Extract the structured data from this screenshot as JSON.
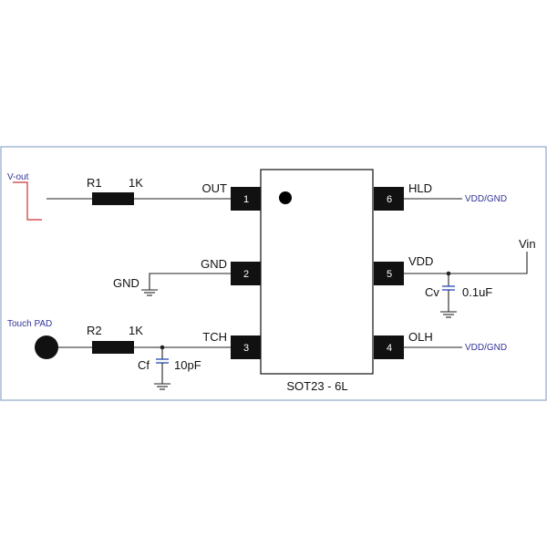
{
  "colors": {
    "frame": "#8fa8c8",
    "wire": "#222222",
    "component": "#111111",
    "net_label": "#333399",
    "vout_signal": "#cc3333",
    "capacitor": "#3355bb",
    "pin_text": "#ffffff"
  },
  "chip": {
    "package": "SOT23 - 6L",
    "pins": [
      {
        "num": "1",
        "name": "OUT"
      },
      {
        "num": "2",
        "name": "GND"
      },
      {
        "num": "3",
        "name": "TCH"
      },
      {
        "num": "4",
        "name": "OLH"
      },
      {
        "num": "5",
        "name": "VDD"
      },
      {
        "num": "6",
        "name": "HLD"
      }
    ]
  },
  "left": {
    "vout_label": "V-out",
    "r1_name": "R1",
    "r1_value": "1K",
    "gnd_label": "GND",
    "touch_label": "Touch PAD",
    "r2_name": "R2",
    "r2_value": "1K",
    "cf_name": "Cf",
    "cf_value": "10pF"
  },
  "right": {
    "hld_net": "VDD/GND",
    "vin_label": "Vin",
    "cv_name": "Cv",
    "cv_value": "0.1uF",
    "olh_net": "VDD/GND"
  }
}
